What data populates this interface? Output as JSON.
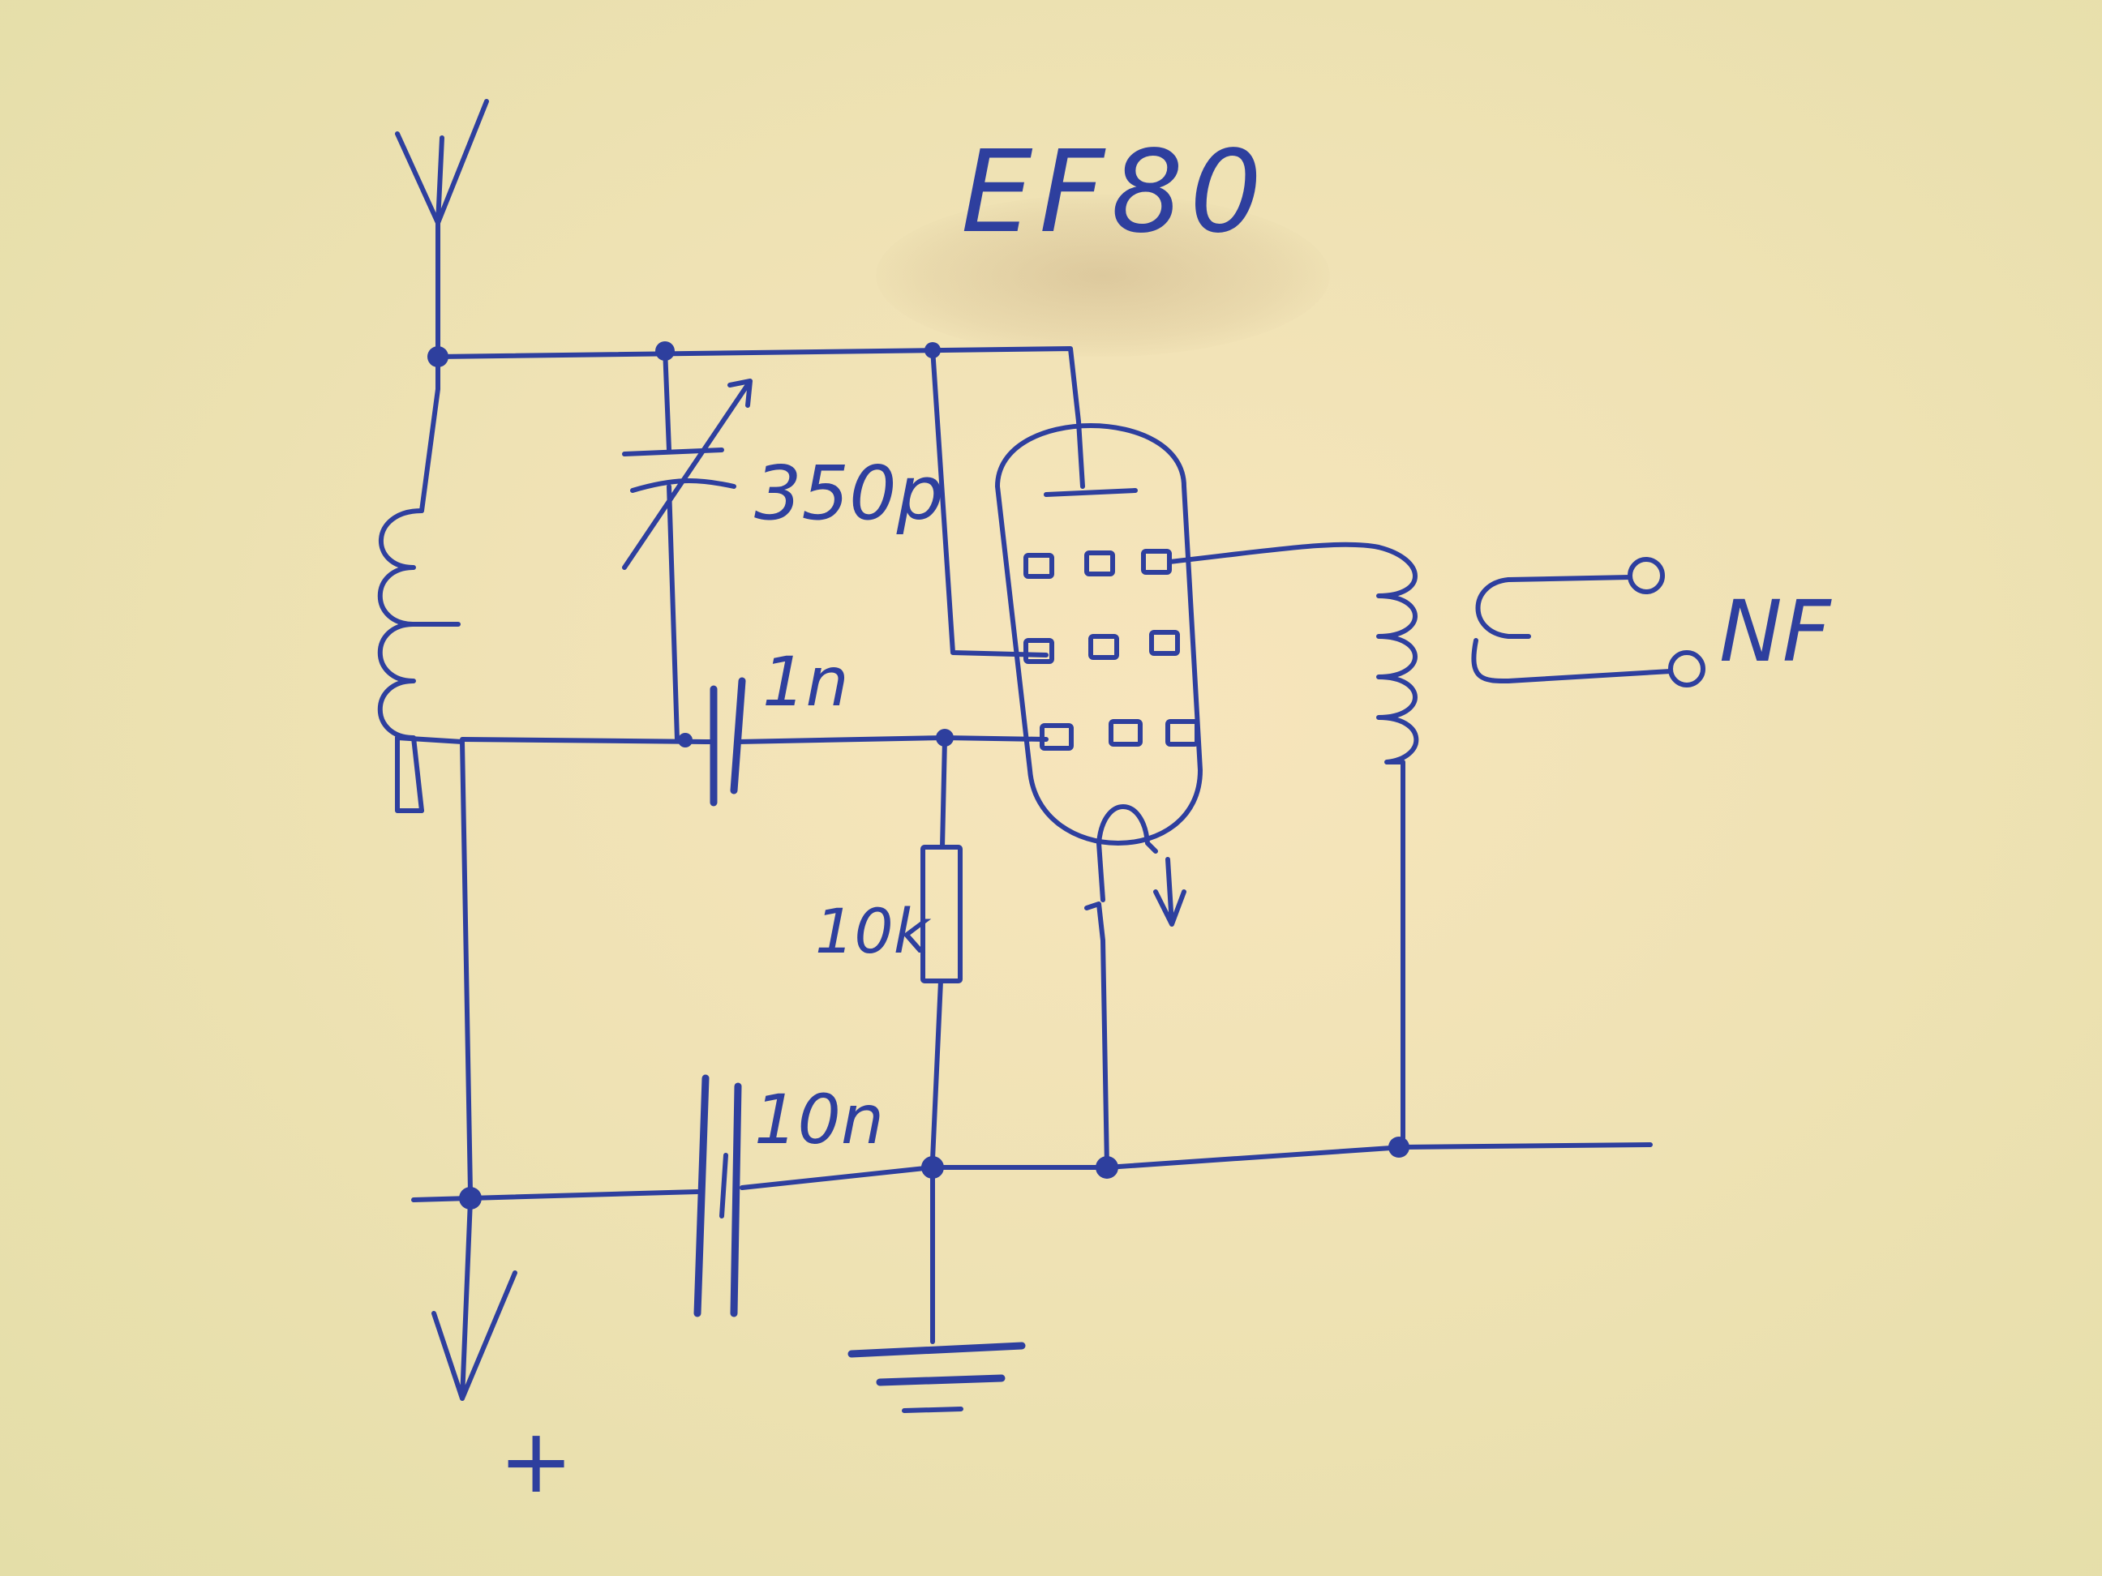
{
  "labels": {
    "tube_type": "EF80",
    "variable_capacitor": "350p",
    "coupling_capacitor": "1n",
    "resistor": "10k",
    "supply_capacitor": "10n",
    "output": "NF",
    "supply_polarity": "+"
  },
  "colors": {
    "paper": "#eee5b2",
    "ink": "#2e3f9e"
  }
}
